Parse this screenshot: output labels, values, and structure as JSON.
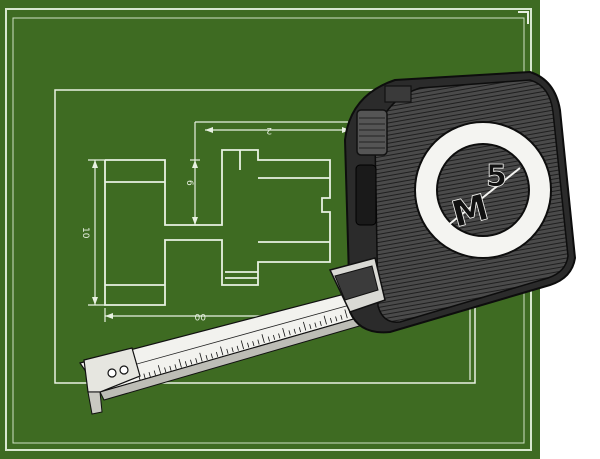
{
  "scene": {
    "subject": "tape-measure-over-blueprint",
    "colors": {
      "board": "#3e6b22",
      "board_dark": "#2f5519",
      "frame": "#d8e8cf",
      "chalk": "#e8f1e2",
      "case_dark": "#2b2b2b",
      "case_mid": "#4a4a4a",
      "dial_white": "#f4f4f1",
      "tape_white": "#f2f2ee",
      "ink": "#111111"
    }
  },
  "drawing": {
    "dimension_labels": [
      "2",
      "6",
      "10",
      "00"
    ]
  },
  "tape_measure": {
    "logo_number": "5",
    "logo_letter": "M"
  }
}
